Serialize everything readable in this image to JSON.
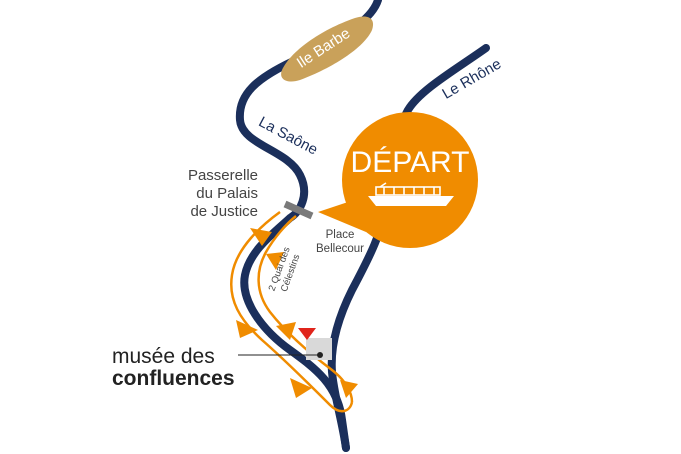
{
  "map": {
    "rivers": {
      "saone": "La Saône",
      "rhone": "Le Rhône"
    },
    "island": "Ile Barbe",
    "departure": {
      "label": "DÉPART",
      "icon": "boat-icon"
    },
    "places": {
      "passerelle_line1": "Passerelle",
      "passerelle_line2": "du Palais",
      "passerelle_line3": "de Justice",
      "bellecour_line1": "Place",
      "bellecour_line2": "Bellecour",
      "quai_line1": "2 Quai des",
      "quai_line2": "Célestins"
    },
    "museum": {
      "line1": "musée des",
      "line2": "confluences"
    },
    "colors": {
      "river": "#1b2f5b",
      "route": "#f08c00",
      "island": "#c9a15a",
      "bubble": "#f08c00",
      "marker": "#e0241b",
      "bridge": "#7a7a7a",
      "text": "#444444"
    }
  }
}
